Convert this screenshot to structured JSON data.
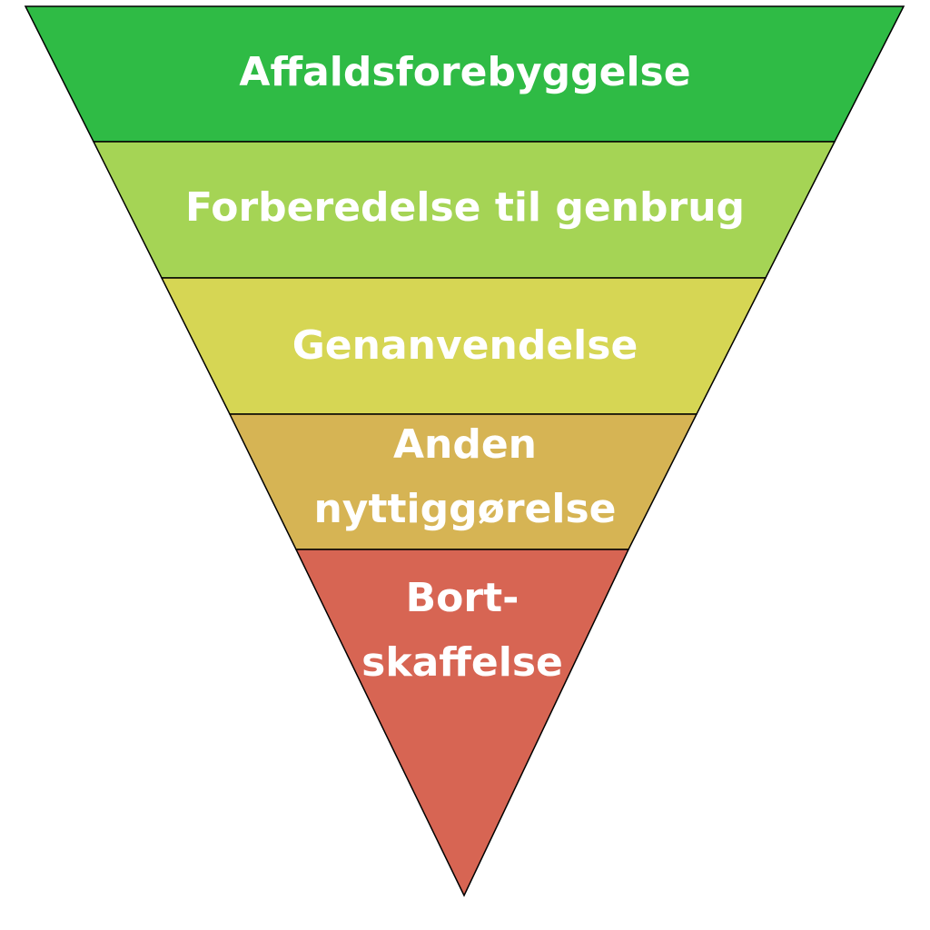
{
  "tiers": [
    {
      "lines": [
        "Affaldsforebyggelse"
      ],
      "color": "#2fbb45"
    },
    {
      "lines": [
        "Forberedelse til genbrug"
      ],
      "color": "#a5d455"
    },
    {
      "lines": [
        "Genanvendelse"
      ],
      "color": "#d6d654"
    },
    {
      "lines": [
        "Anden",
        "nyttiggørelse"
      ],
      "color": "#d6b454"
    },
    {
      "lines": [
        "Bort-",
        "skaffelse"
      ],
      "color": "#d76553"
    }
  ],
  "outline_color": "#000000"
}
